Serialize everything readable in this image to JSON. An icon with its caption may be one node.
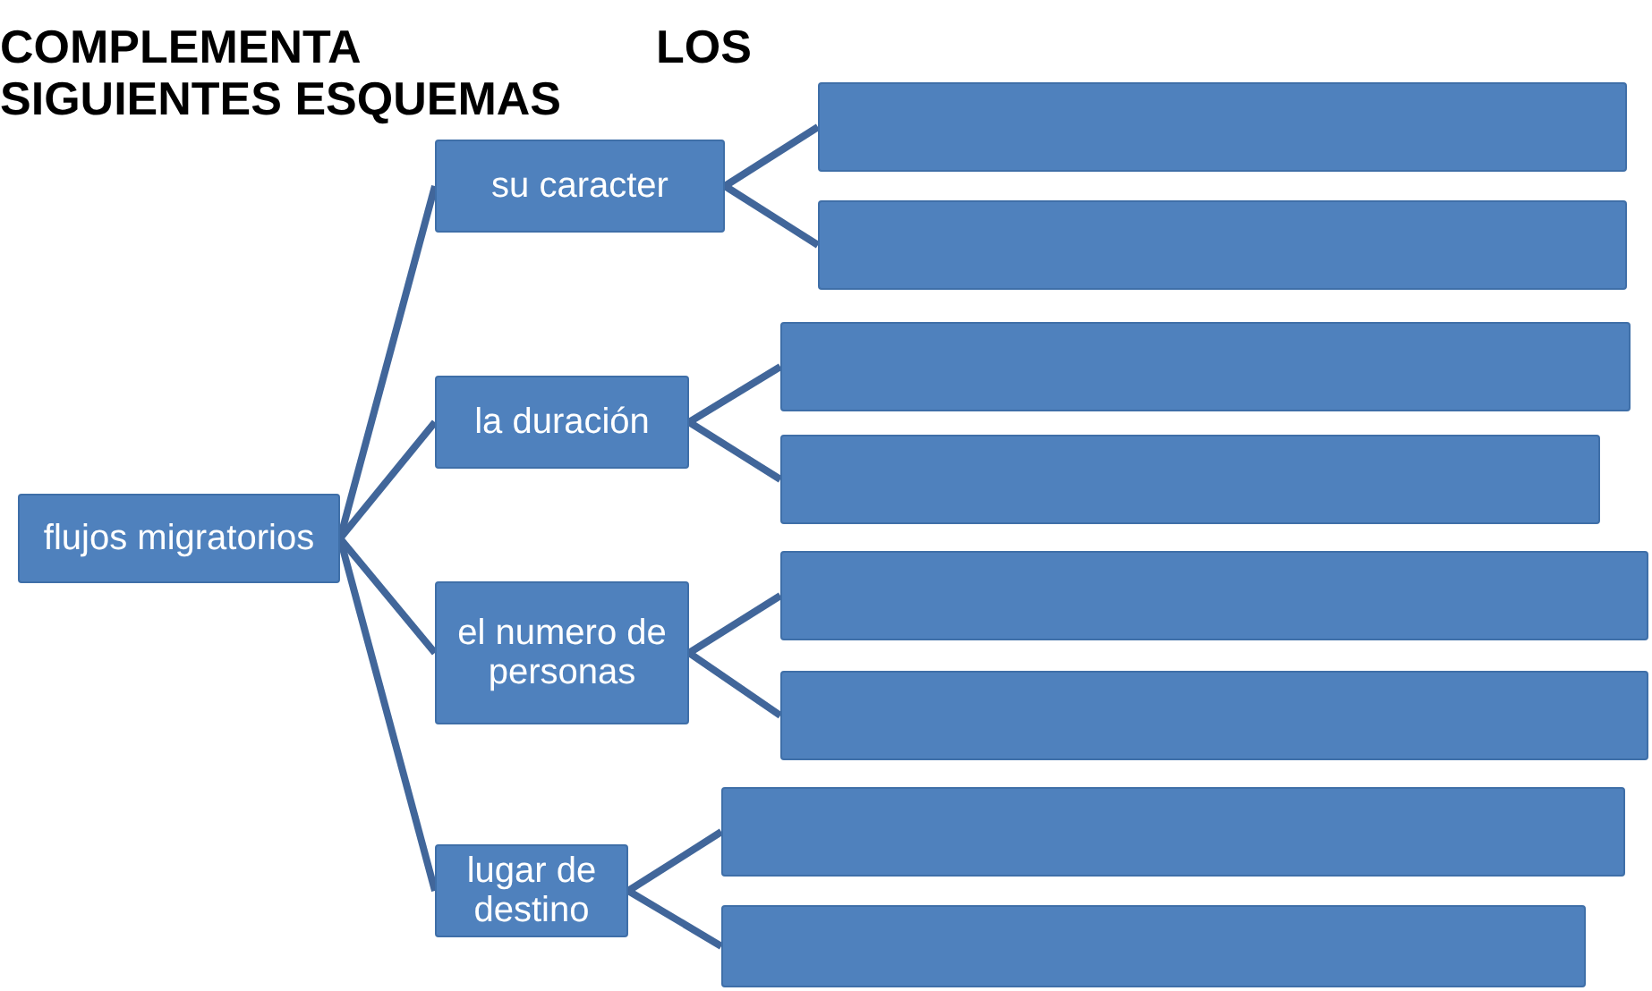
{
  "diagram": {
    "title": "COMPLEMENTA LOS SIGUIENTES ESQUEMAS",
    "nodes": [
      {
        "text": [
          "flujos migratorios"
        ]
      },
      {
        "text": [
          "su caracter"
        ]
      },
      {
        "text": [
          "la duración"
        ]
      },
      {
        "text": [
          "el numero de personas"
        ]
      },
      {
        "text": [
          "lugar de destino"
        ]
      },
      {
        "text": [],
        "shape": "box"
      },
      {
        "text": [],
        "shape": "box"
      },
      {
        "text": [],
        "shape": "box"
      },
      {
        "text": [],
        "shape": "box"
      },
      {
        "text": [],
        "shape": "box"
      },
      {
        "text": [],
        "shape": "box"
      },
      {
        "text": [],
        "shape": "box"
      },
      {
        "text": [],
        "shape": "box"
      }
    ],
    "edges": [
      {
        "from": 0,
        "to": 1,
        "arrow": "none"
      },
      {
        "from": 0,
        "to": 2,
        "arrow": "none"
      },
      {
        "from": 0,
        "to": 3,
        "arrow": "none"
      },
      {
        "from": 0,
        "to": 4,
        "arrow": "none"
      },
      {
        "from": 1,
        "to": 5,
        "arrow": "none"
      },
      {
        "from": 1,
        "to": 6,
        "arrow": "none"
      },
      {
        "from": 2,
        "to": 7,
        "arrow": "none"
      },
      {
        "from": 2,
        "to": 8,
        "arrow": "none"
      },
      {
        "from": 3,
        "to": 9,
        "arrow": "none"
      },
      {
        "from": 3,
        "to": 10,
        "arrow": "none"
      },
      {
        "from": 4,
        "to": 11,
        "arrow": "none"
      },
      {
        "from": 4,
        "to": 12,
        "arrow": "none"
      }
    ]
  }
}
